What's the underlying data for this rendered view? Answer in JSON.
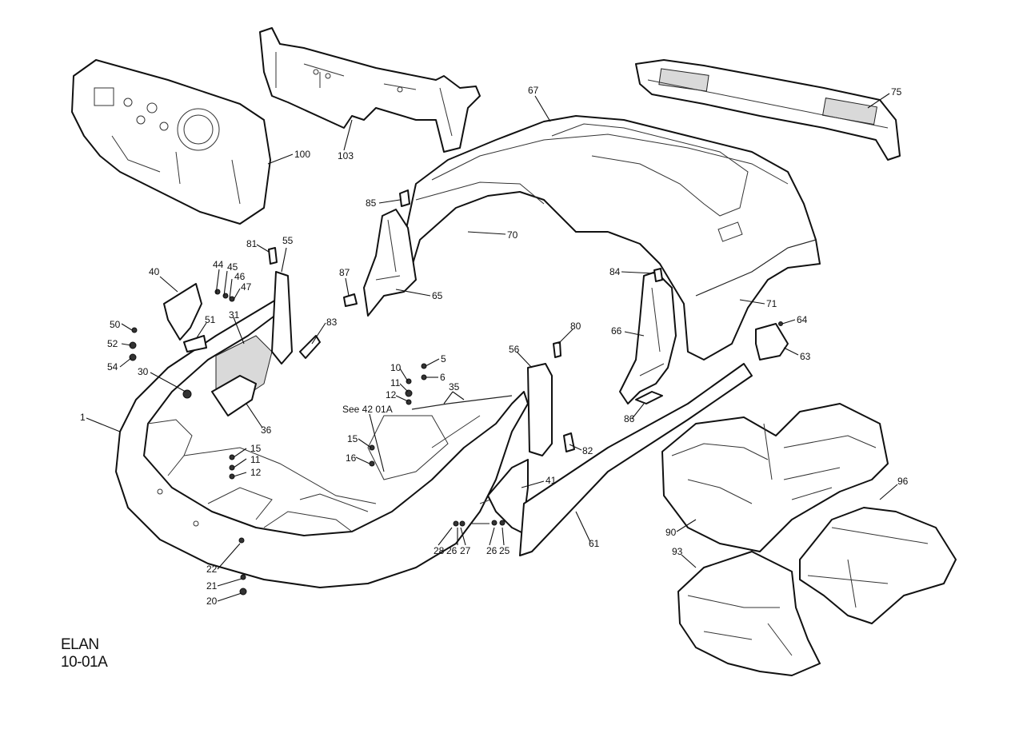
{
  "caption": {
    "model": "ELAN",
    "code": "10-01A"
  },
  "callouts": [
    {
      "id": "c100",
      "text": "100"
    },
    {
      "id": "c103",
      "text": "103"
    },
    {
      "id": "c67",
      "text": "67"
    },
    {
      "id": "c75",
      "text": "75"
    },
    {
      "id": "c85",
      "text": "85"
    },
    {
      "id": "c70",
      "text": "70"
    },
    {
      "id": "c81",
      "text": "81"
    },
    {
      "id": "c55",
      "text": "55"
    },
    {
      "id": "c87",
      "text": "87"
    },
    {
      "id": "c65",
      "text": "65"
    },
    {
      "id": "c84",
      "text": "84"
    },
    {
      "id": "c71",
      "text": "71"
    },
    {
      "id": "c40",
      "text": "40"
    },
    {
      "id": "c44",
      "text": "44"
    },
    {
      "id": "c45",
      "text": "45"
    },
    {
      "id": "c46",
      "text": "46"
    },
    {
      "id": "c47",
      "text": "47"
    },
    {
      "id": "c50",
      "text": "50"
    },
    {
      "id": "c51",
      "text": "51"
    },
    {
      "id": "c31",
      "text": "31"
    },
    {
      "id": "c83",
      "text": "83"
    },
    {
      "id": "c52",
      "text": "52"
    },
    {
      "id": "c54",
      "text": "54"
    },
    {
      "id": "c30",
      "text": "30"
    },
    {
      "id": "c80",
      "text": "80"
    },
    {
      "id": "c64",
      "text": "64"
    },
    {
      "id": "c66",
      "text": "66"
    },
    {
      "id": "c63",
      "text": "63"
    },
    {
      "id": "c56",
      "text": "56"
    },
    {
      "id": "c5",
      "text": "5"
    },
    {
      "id": "c10",
      "text": "10"
    },
    {
      "id": "c6",
      "text": "6"
    },
    {
      "id": "c11a",
      "text": "11"
    },
    {
      "id": "c35",
      "text": "35"
    },
    {
      "id": "c12a",
      "text": "12"
    },
    {
      "id": "c1",
      "text": "1"
    },
    {
      "id": "cSee",
      "text": "See 42 01A"
    },
    {
      "id": "c36",
      "text": "36"
    },
    {
      "id": "c86",
      "text": "86"
    },
    {
      "id": "c15a",
      "text": "15"
    },
    {
      "id": "c15b",
      "text": "15"
    },
    {
      "id": "c11b",
      "text": "11"
    },
    {
      "id": "c16",
      "text": "16"
    },
    {
      "id": "c12b",
      "text": "12"
    },
    {
      "id": "c82",
      "text": "82"
    },
    {
      "id": "c41",
      "text": "41"
    },
    {
      "id": "c96",
      "text": "96"
    },
    {
      "id": "c90",
      "text": "90"
    },
    {
      "id": "c61",
      "text": "61"
    },
    {
      "id": "c28",
      "text": "28"
    },
    {
      "id": "c26a",
      "text": "26"
    },
    {
      "id": "c27",
      "text": "27"
    },
    {
      "id": "c26b",
      "text": "26"
    },
    {
      "id": "c25",
      "text": "25"
    },
    {
      "id": "c93",
      "text": "93"
    },
    {
      "id": "c22",
      "text": "22"
    },
    {
      "id": "c21",
      "text": "21"
    },
    {
      "id": "c20",
      "text": "20"
    }
  ]
}
